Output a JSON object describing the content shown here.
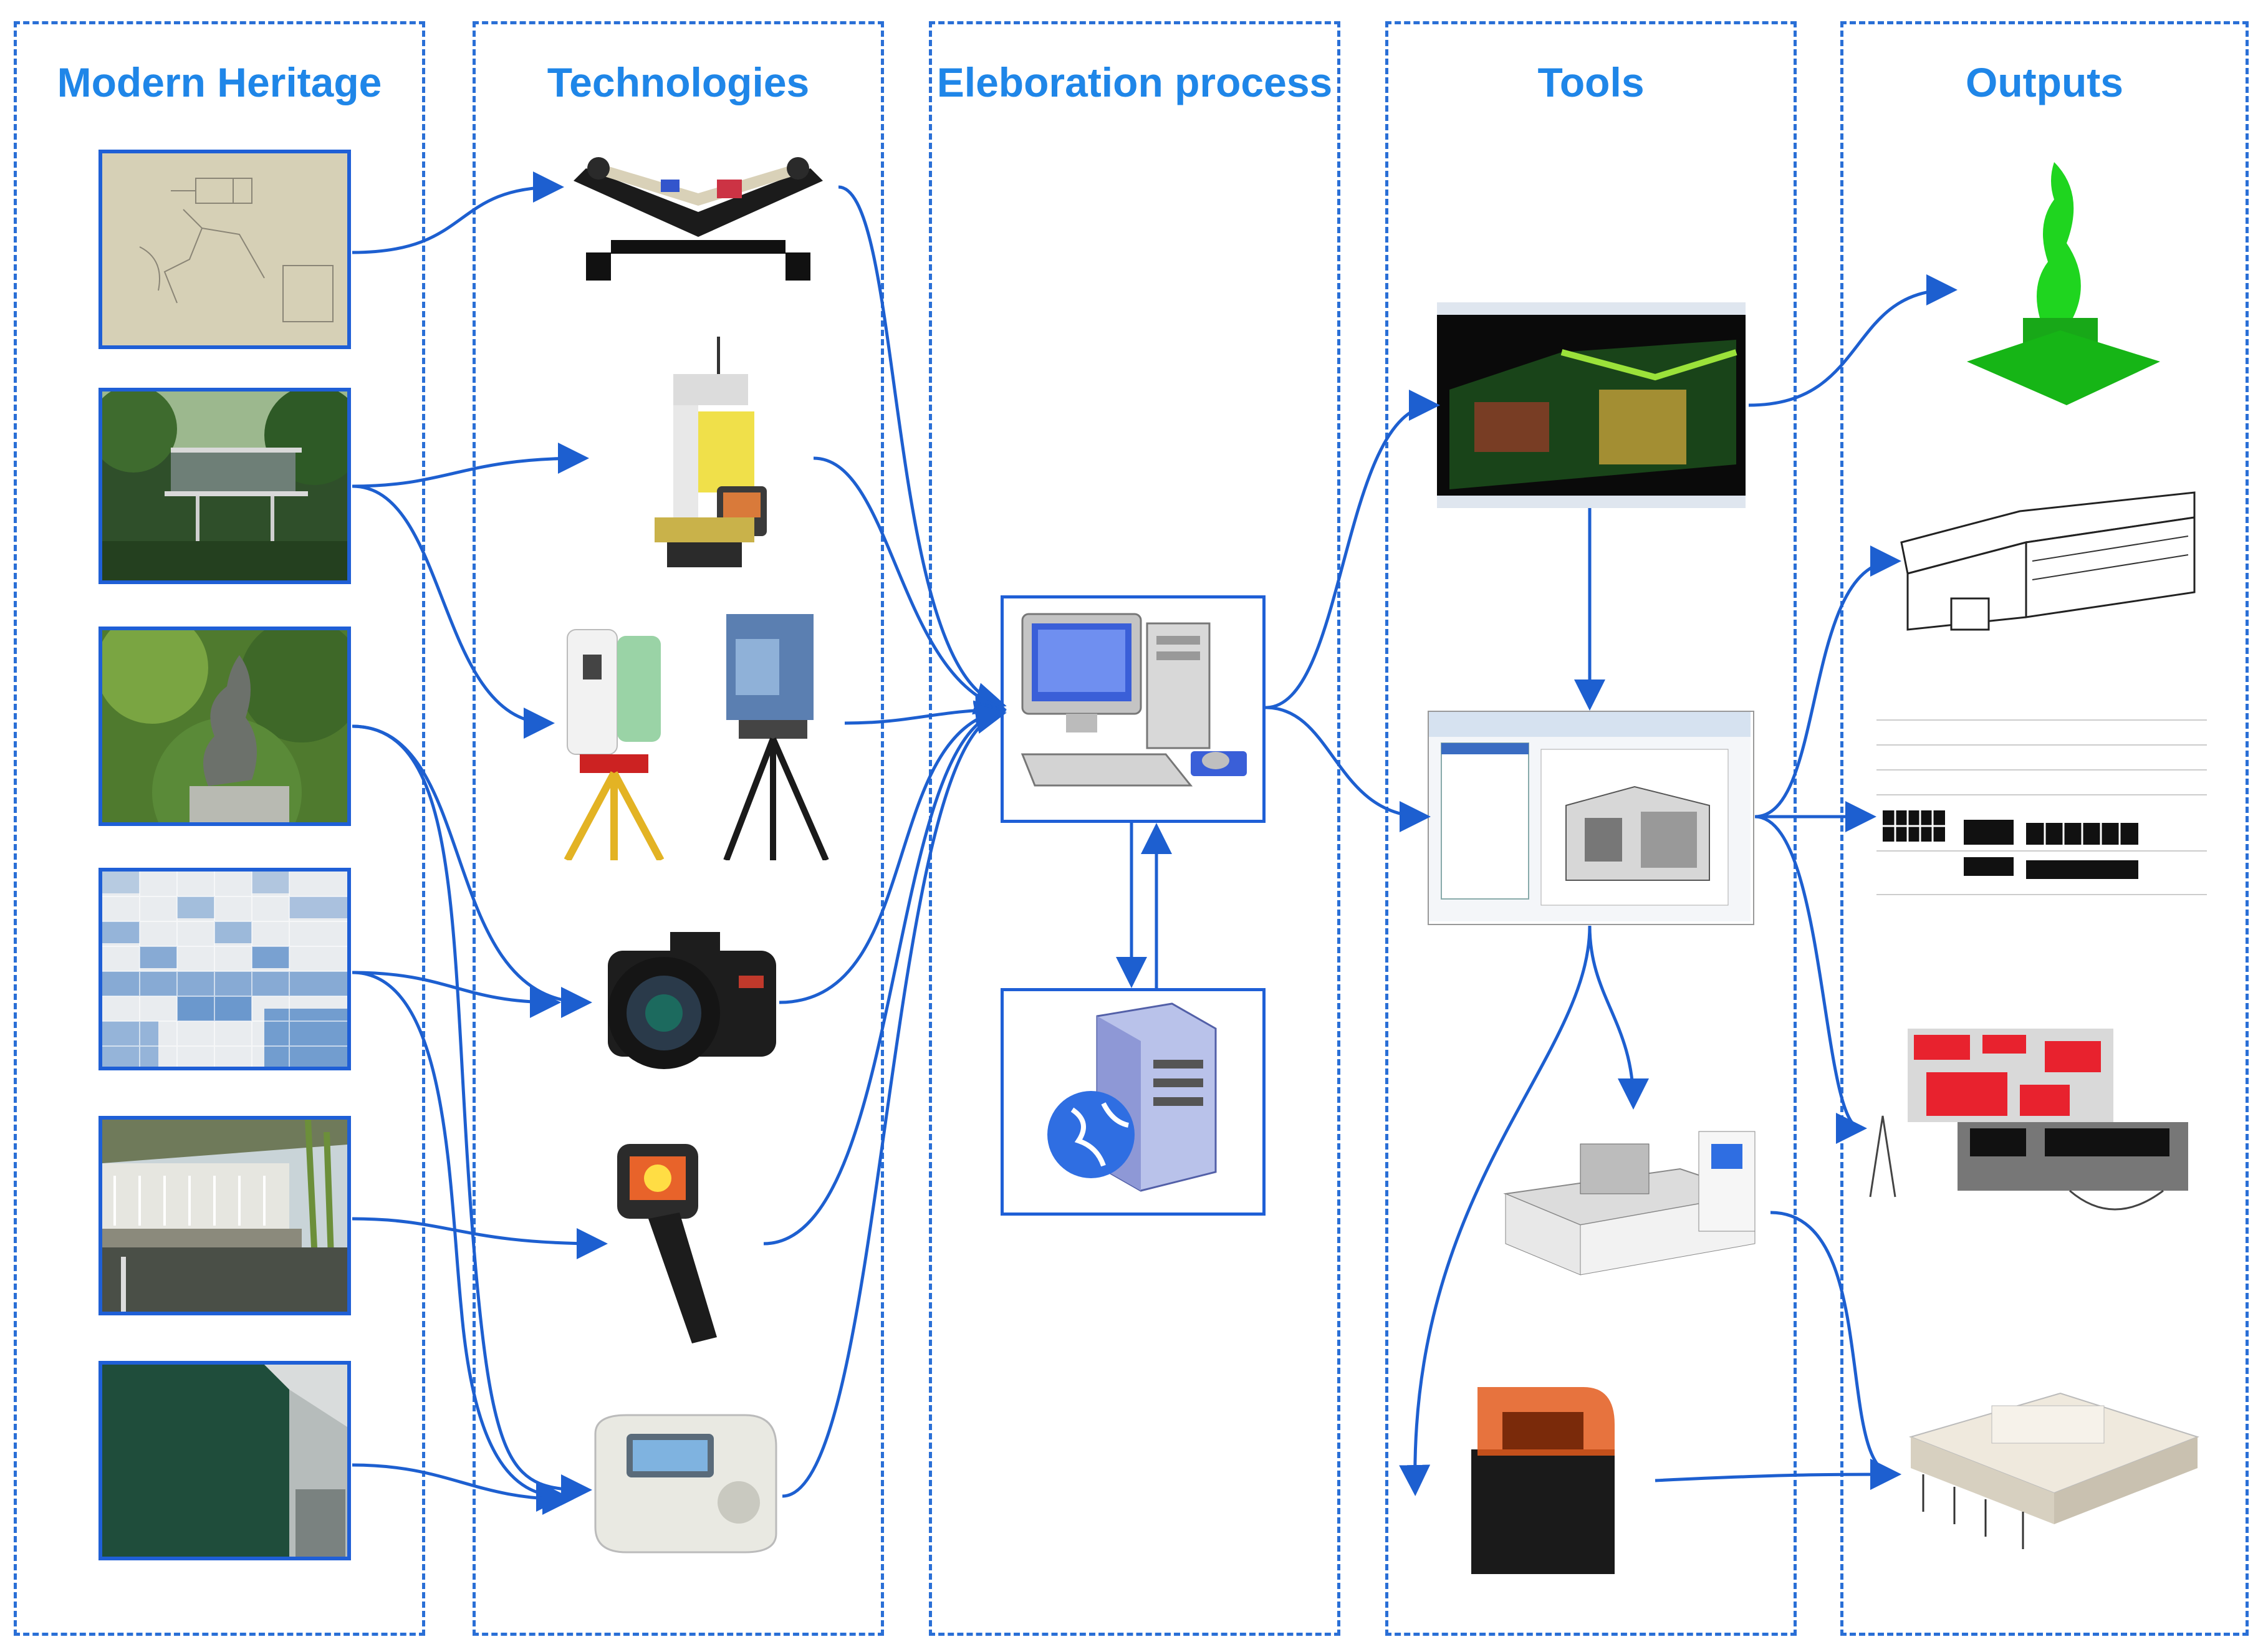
{
  "columns": {
    "heritage": "Modern Heritage",
    "technologies": "Technologies",
    "process": "Eleboration process",
    "tools": "Tools",
    "outputs": "Outputs"
  },
  "colors": {
    "accent": "#1f86e8",
    "border": "#2a6fd6",
    "arrow": "#1d5fd0"
  },
  "heritage_items": [
    "architectural-drawing",
    "glass-house",
    "sculpture",
    "azulejo-tiles",
    "balcony-building",
    "green-facade"
  ],
  "technology_items": [
    "book-scanner",
    "total-station",
    "laser-scanners",
    "camera",
    "thermal-camera",
    "spectrophotometer"
  ],
  "process_items": [
    "desktop-computer",
    "web-server"
  ],
  "tool_items": [
    "point-cloud-software",
    "bim-software",
    "laser-cutter",
    "3d-printer"
  ],
  "output_items": [
    "3d-sculpture-model",
    "axonometric-drawing",
    "elevation-drawing",
    "mapped-elevation",
    "physical-model"
  ]
}
